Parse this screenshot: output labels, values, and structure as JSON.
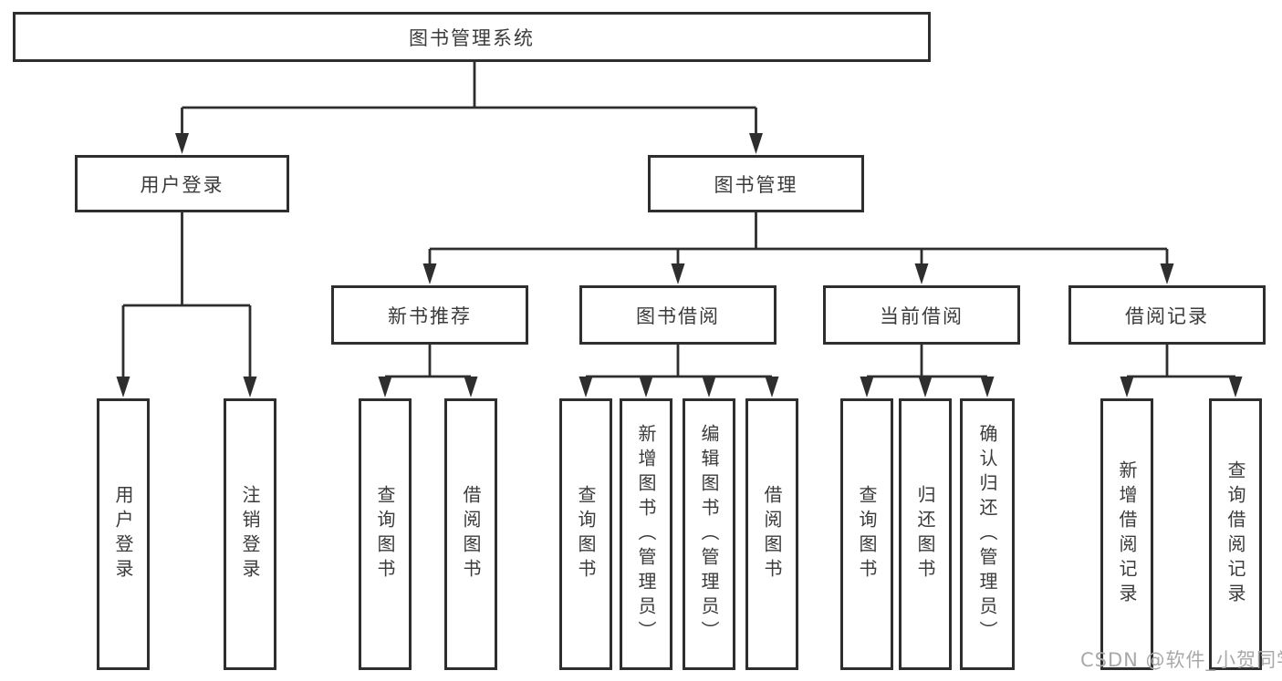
{
  "diagram_type": "functional-structure-tree",
  "colors": {
    "line": "#2e2e2e",
    "box_border": "#2e2e2e",
    "box_fill": "#ffffff",
    "text": "#3b3b3b",
    "watermark": "#a9a9a9",
    "background": "#ffffff"
  },
  "tree": {
    "root": {
      "label": "图书管理系统"
    },
    "user_login": {
      "label": "用户登录",
      "children": {
        "login": "用户登录",
        "logout": "注销登录"
      }
    },
    "book_mgmt": {
      "label": "图书管理",
      "sections": {
        "new_book": {
          "label": "新书推荐",
          "children": {
            "query": "查询图书",
            "borrow": "借阅图书"
          }
        },
        "book_borrow": {
          "label": "图书借阅",
          "children": {
            "query": "查询图书",
            "add": "新增图书（管理员）",
            "edit": "编辑图书（管理员）",
            "borrow": "借阅图书"
          }
        },
        "current_borrow": {
          "label": "当前借阅",
          "children": {
            "query": "查询图书",
            "return": "归还图书",
            "confirm": "确认归还（管理员）"
          }
        },
        "borrow_record": {
          "label": "借阅记录",
          "children": {
            "add": "新增借阅记录",
            "query": "查询借阅记录"
          }
        }
      }
    }
  },
  "watermark": {
    "text": "CSDN @软件_小贺同学"
  }
}
